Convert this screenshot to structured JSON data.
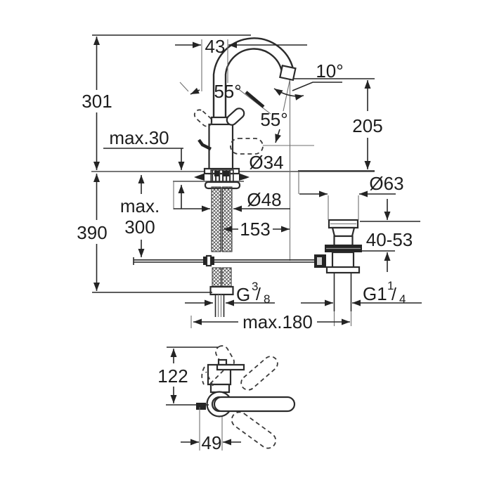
{
  "drawing": {
    "type": "technical-dimension-drawing",
    "subject": "single-lever basin mixer faucet with high swivel spout and pop-up waste set, side elevation with mounting parts plus front elevation showing lever swivel range",
    "units": "mm"
  },
  "colors": {
    "background": "#ffffff",
    "line": "#272727",
    "thin_line": "#6f6f6f",
    "text": "#1d1d1d"
  },
  "labels": {
    "height_total": "301",
    "height_below_deck": "390",
    "deck_thickness": "max.30",
    "max_word": "max.",
    "hose_length": "300",
    "spout_offset": "43",
    "angle_handle_up": "55°",
    "angle_handle_side": "55°",
    "angle_spout": "10°",
    "spout_height": "205",
    "dia_base": "Ø34",
    "dia_escutcheon": "Ø48",
    "spout_projection": "153",
    "dia_waste_flange": "Ø63",
    "clamp_range": "40-53",
    "max_reach": "max.180",
    "front_height": "122",
    "front_width": "49",
    "thread_supply": {
      "base": "G",
      "sup": "3",
      "slash": "/",
      "sub": "8"
    },
    "thread_waste": {
      "base": "G1",
      "sup": "1",
      "slash": "/",
      "sub": "4"
    }
  }
}
